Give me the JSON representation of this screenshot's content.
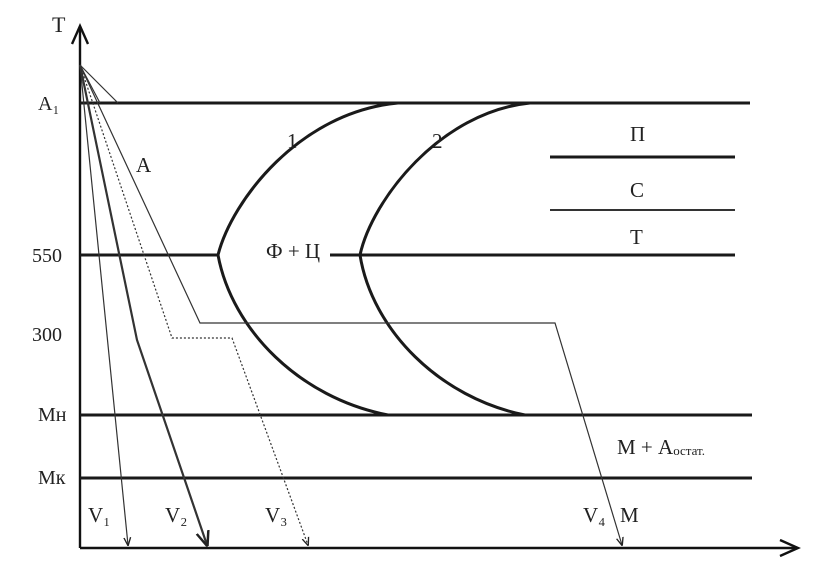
{
  "axes": {
    "y_label": "T",
    "y_ticks": [
      "A₁",
      "550",
      "300",
      "Мн",
      "Мк"
    ]
  },
  "curves": {
    "start": "1",
    "finish": "2"
  },
  "regions": {
    "austenite": "А",
    "ferrite_cementite": "Ф + Ц",
    "pearlite": "П",
    "sorbite": "С",
    "troostite": "Т",
    "martensite_retained": "М + А",
    "martensite_retained_sub": "остат.",
    "martensite": "М"
  },
  "cooling_rates": [
    "V₁",
    "V₂",
    "V₃",
    "V₄"
  ],
  "colors": {
    "line": "#1a1a1a",
    "text": "#222222"
  }
}
